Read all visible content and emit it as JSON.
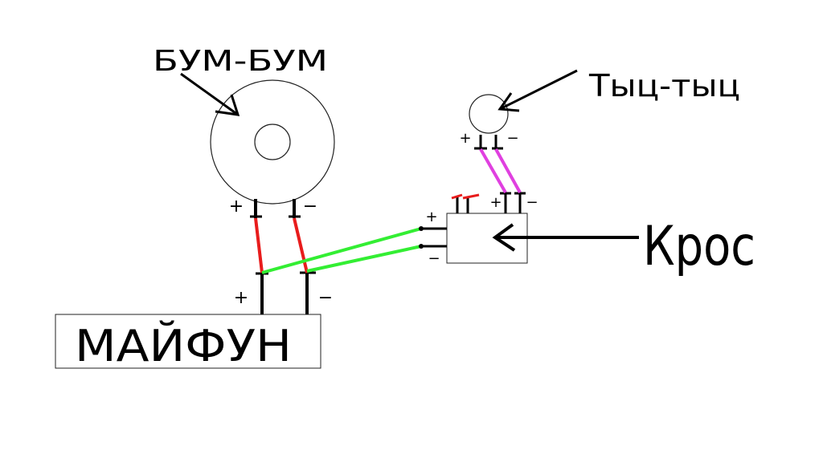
{
  "labels": {
    "woofer": "БУМ-БУМ",
    "tweeter": "Тыц-тыц",
    "crossover": "Крос",
    "phone": "МАЙФУН"
  },
  "polarity": {
    "plus": "+",
    "minus": "−"
  },
  "colors": {
    "ink": "#000000",
    "wire_red": "#e81c1c",
    "wire_green": "#33ee33",
    "wire_magenta": "#e040e0",
    "outline": "#222222"
  }
}
